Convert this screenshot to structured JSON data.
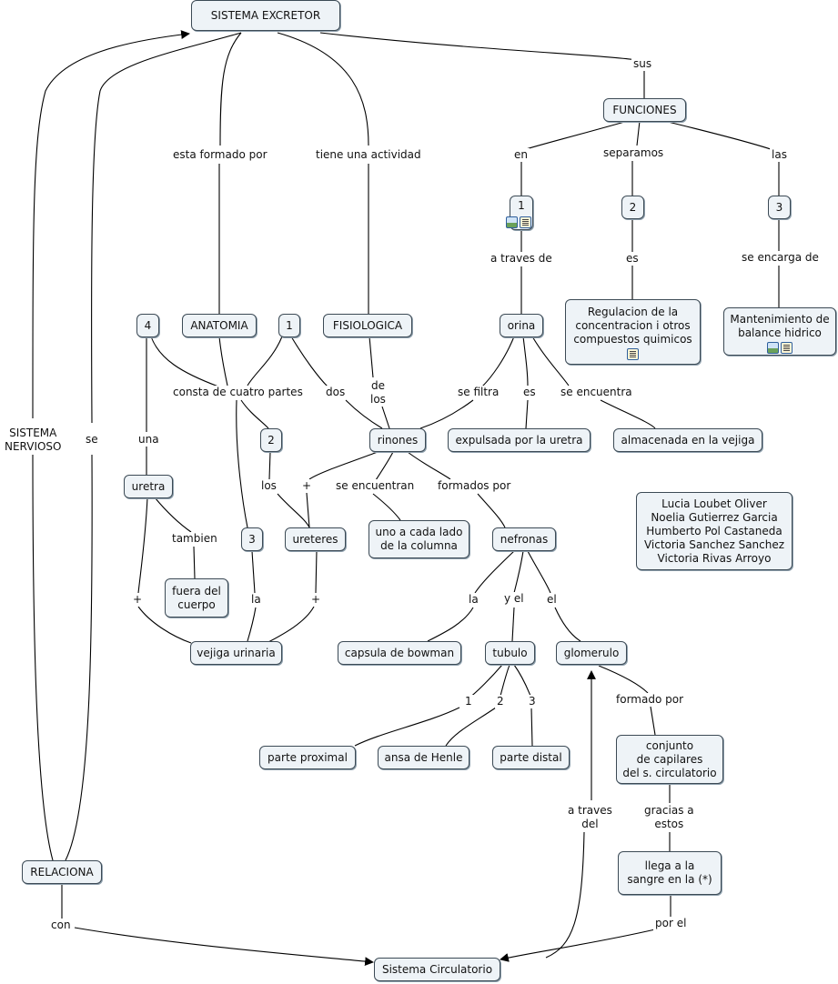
{
  "nodes": {
    "sistema_excretor": "SISTEMA EXCRETOR",
    "funciones": "FUNCIONES",
    "f1": "1",
    "f2": "2",
    "f3": "3",
    "orina": "orina",
    "regulacion": "Regulacion de la\nconcentracion i otros\ncompuestos quimicos",
    "mantenimiento": "Mantenimiento de\nbalance hidrico",
    "n4": "4",
    "anatomia": "ANATOMIA",
    "n1": "1",
    "fisiologica": "FISIOLOGICA",
    "n2": "2",
    "rinones": "rinones",
    "expulsada": "expulsada por la uretra",
    "almacenada": "almacenada en la vejiga",
    "uretra": "uretra",
    "n3": "3",
    "ureteres": "ureteres",
    "uno_cada_lado": "uno a cada lado\nde la columna",
    "nefronas": "nefronas",
    "fuera": "fuera del\ncuerpo",
    "vejiga": "vejiga urinaria",
    "capsula": "capsula de bowman",
    "tubulo": "tubulo",
    "glomerulo": "glomerulo",
    "proximal": "parte proximal",
    "henle": "ansa de Henle",
    "distal": "parte distal",
    "conjunto": "conjunto\nde capilares\ndel s. circulatorio",
    "llega": "llega a la\nsangre en la (*)",
    "relaciona": "RELACIONA",
    "circulatorio": "Sistema Circulatorio",
    "autores": "Lucia Loubet Oliver\nNoelia Gutierrez Garcia\nHumberto Pol Castaneda\nVictoria Sanchez Sanchez\nVictoria Rivas Arroyo"
  },
  "labels": {
    "sus": "sus",
    "esta_formado_por": "esta formado por",
    "tiene_actividad": "tiene una actividad",
    "en": "en",
    "separamos": "separamos",
    "las": "las",
    "a_traves_de": "a traves de",
    "es_f2": "es",
    "se_encarga_de": "se encarga de",
    "consta": "consta de cuatro partes",
    "dos": "dos",
    "de_los": "de\nlos",
    "se_filtra": "se filtra",
    "es_orina": "es",
    "se_encuentra": "se encuentra",
    "una": "una",
    "los": "los",
    "plus_ureteres": "+",
    "se_encuentran": "se encuentran",
    "formados_por": "formados por",
    "tambien": "tambien",
    "plus_uretra": "+",
    "la_n3": "la",
    "plus_vejiga": "+",
    "la_nef": "la",
    "y_el": "y el",
    "el": "el",
    "t1": "1",
    "t2": "2",
    "t3": "3",
    "formado_por": "formado por",
    "a_traves_del": "a traves\ndel",
    "gracias": "gracias a\nestos",
    "por_el": "por el",
    "sistema_nervioso": "SISTEMA\nNERVIOSO",
    "se": "se",
    "con": "con"
  },
  "icons": {
    "f1": [
      "image-icon",
      "document-icon"
    ],
    "regulacion": [
      "document-icon"
    ],
    "mantenimiento": [
      "image-icon",
      "document-icon"
    ]
  },
  "colors": {
    "node_fill": "#eef3f7",
    "node_border": "#3c4a55",
    "line": "#000000"
  }
}
